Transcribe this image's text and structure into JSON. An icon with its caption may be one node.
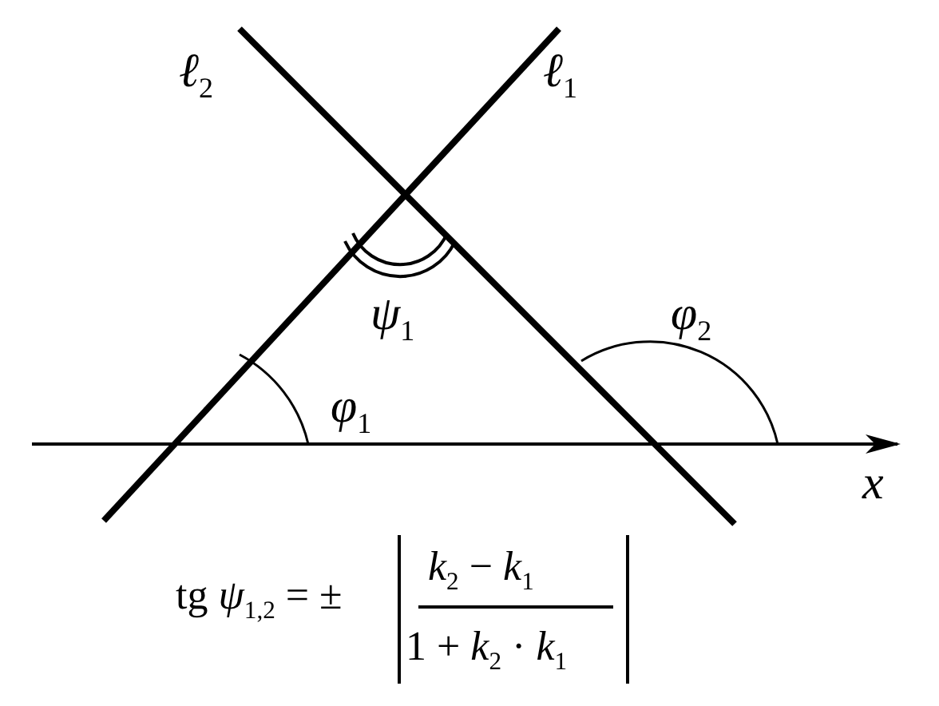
{
  "diagram": {
    "labels": [
      "*ℓ*$_{2}$",
      "*ℓ*$_{1}$",
      "*ψ*$_{1}$",
      "*φ*$_{2}$",
      "*φ*$_{1}$",
      "*x*",
      "tg *ψ*$_{1,2}$ = ±",
      "*k*$_{2}$ − *k*$_{1}$",
      "1 + *k*$_{2}$ · *k*$_{1}$"
    ]
  }
}
